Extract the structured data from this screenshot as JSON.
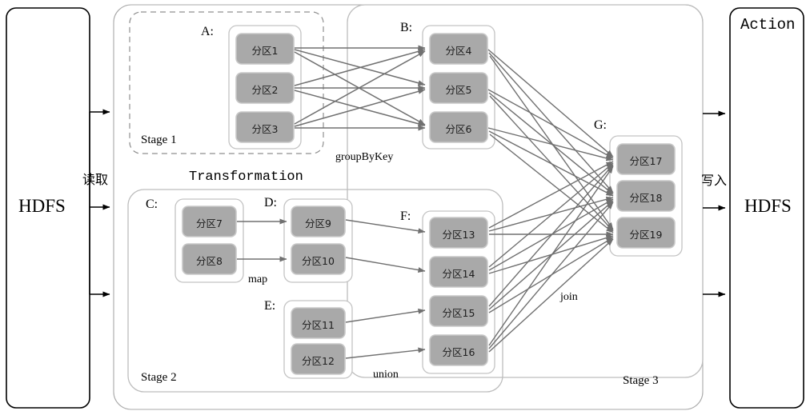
{
  "diagram": {
    "title_labels": {
      "transformation": "Transformation",
      "action": "Action"
    },
    "storage": {
      "left": {
        "name": "HDFS"
      },
      "right": {
        "name": "HDFS"
      }
    },
    "edge_labels": {
      "read": "读取",
      "write": "写入"
    },
    "stages": [
      {
        "id": "stage1",
        "label": "Stage 1"
      },
      {
        "id": "stage2",
        "label": "Stage 2"
      },
      {
        "id": "stage3",
        "label": "Stage 3"
      }
    ],
    "operations": [
      {
        "id": "op-groupbykey",
        "label": "groupByKey"
      },
      {
        "id": "op-map",
        "label": "map"
      },
      {
        "id": "op-union",
        "label": "union"
      },
      {
        "id": "op-join",
        "label": "join"
      }
    ],
    "rdds": [
      {
        "id": "A",
        "label": "A:",
        "partitions": [
          "分区1",
          "分区2",
          "分区3"
        ]
      },
      {
        "id": "B",
        "label": "B:",
        "partitions": [
          "分区4",
          "分区5",
          "分区6"
        ]
      },
      {
        "id": "C",
        "label": "C:",
        "partitions": [
          "分区7",
          "分区8"
        ]
      },
      {
        "id": "D",
        "label": "D:",
        "partitions": [
          "分区9",
          "分区10"
        ]
      },
      {
        "id": "E",
        "label": "E:",
        "partitions": [
          "分区11",
          "分区12"
        ]
      },
      {
        "id": "F",
        "label": "F:",
        "partitions": [
          "分区13",
          "分区14",
          "分区15",
          "分区16"
        ]
      },
      {
        "id": "G",
        "label": "G:",
        "partitions": [
          "分区17",
          "分区18",
          "分区19"
        ]
      }
    ],
    "colors": {
      "partition_fill": "#a9a9a9",
      "partition_stroke": "#c8c8c8",
      "container_stroke": "#bdbdbd",
      "arrow_stroke": "#707070",
      "outer_stroke": "#9a9a9a",
      "box_stroke": "#000000",
      "background": "#ffffff"
    }
  }
}
